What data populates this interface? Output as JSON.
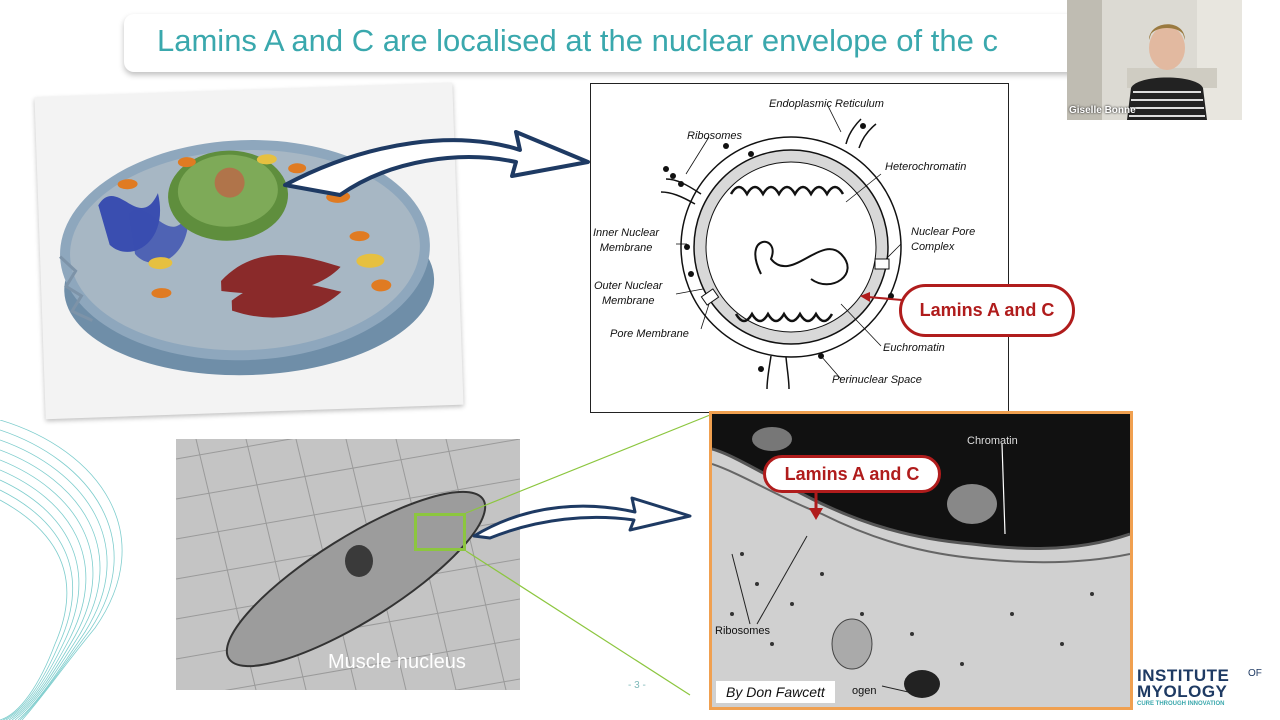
{
  "slide": {
    "title": "Lamins A and C are localised at the nuclear envelope of the c",
    "page_number": "- 3 -"
  },
  "participant": {
    "name": "Giselle Bonne"
  },
  "diagram": {
    "labels": {
      "er": "Endoplasmic Reticulum",
      "ribosomes": "Ribosomes",
      "heterochromatin": "Heterochromatin",
      "inner_nuclear": "Inner Nuclear\nMembrane",
      "nuclear_pore": "Nuclear Pore\nComplex",
      "outer_nuclear": "Outer Nuclear\nMembrane",
      "pore_membrane": "Pore Membrane",
      "euchromatin": "Euchromatin",
      "perinuclear": "Perinuclear Space"
    },
    "callout": "Lamins A and C"
  },
  "micrograph": {
    "label": "Muscle nucleus"
  },
  "em": {
    "callout": "Lamins A and C",
    "chromatin_label": "Chromatin",
    "ribosomes_label": "Ribosomes",
    "ogen_label": "ogen",
    "credit": "By Don Fawcett"
  },
  "logo": {
    "line1": "INSTITUTE",
    "of": "OF",
    "line2": "MYOLOGY",
    "tagline": "CURE THROUGH INNOVATION"
  },
  "colors": {
    "title": "#3aa8ad",
    "accent_red": "#b01c1c",
    "em_border": "#f0a050",
    "arrow": "#1e3a63",
    "zoom_lines": "#8cc63f"
  }
}
